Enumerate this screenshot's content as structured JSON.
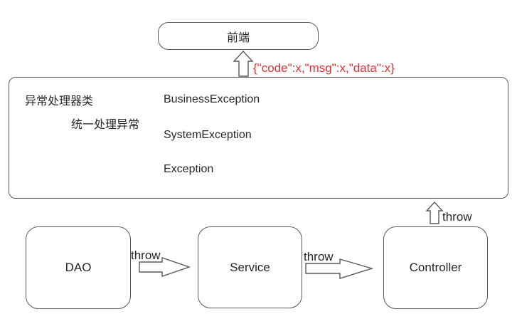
{
  "diagram": {
    "frontend_box": {
      "label": "前端"
    },
    "response_annotation": {
      "text": "{\"code\":x,\"msg\":x,\"data\":x}",
      "color": "#dd3333"
    },
    "handler_box": {
      "title": "异常处理器类",
      "subtitle": "统一处理异常",
      "exceptions": [
        {
          "label": "BusinessException"
        },
        {
          "label": "SystemException"
        },
        {
          "label": "Exception"
        }
      ]
    },
    "layers": [
      {
        "label": "DAO"
      },
      {
        "label": "Service"
      },
      {
        "label": "Controller"
      }
    ],
    "arrows": {
      "dao_to_service_label": "throw",
      "service_to_controller_label": "throw",
      "controller_to_handler_label": "throw"
    },
    "colors": {
      "line": "#595959",
      "tree_line": "#3d3d3d",
      "text": "#262626",
      "annotation_red": "#dd3333",
      "background": "#ffffff"
    }
  }
}
